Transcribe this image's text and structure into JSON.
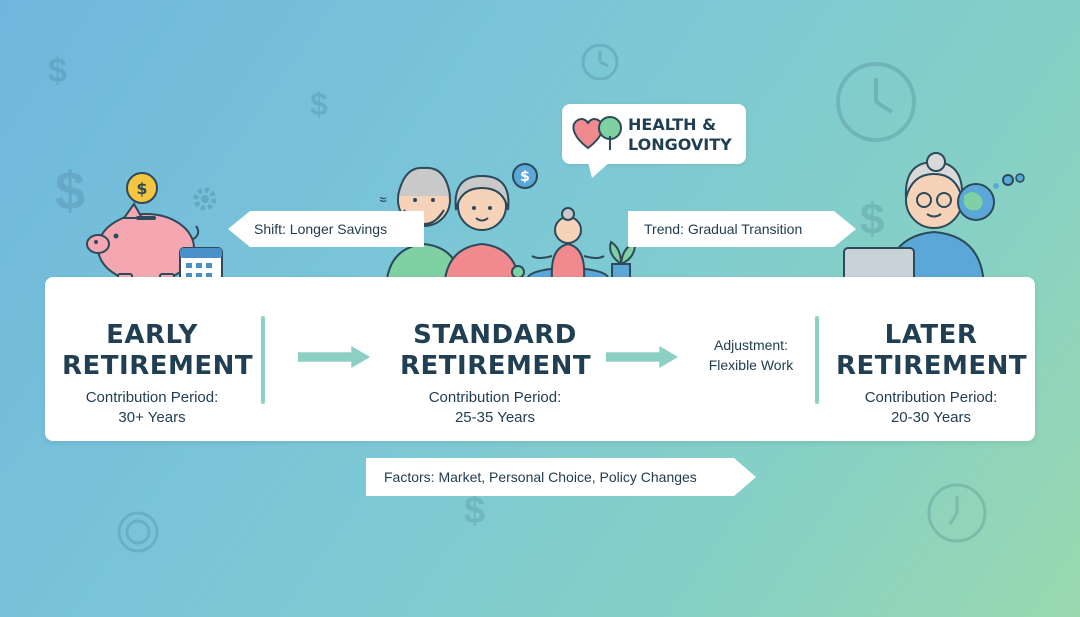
{
  "callout": {
    "line1": "HEALTH &",
    "line2": "LONGOVITY"
  },
  "top_arrows": {
    "left": "Shift: Longer Savings",
    "right": "Trend: Gradual Transition"
  },
  "stages": [
    {
      "title_line1": "EARLY",
      "title_line2": "RETIREMENT",
      "sub_line1": "Contribution Period:",
      "sub_line2": "30+ Years"
    },
    {
      "title_line1": "STANDARD",
      "title_line2": "RETIREMENT",
      "sub_line1": "Contribution Period:",
      "sub_line2": "25-35 Years"
    },
    {
      "title_line1": "LATER",
      "title_line2": "RETIREMENT",
      "sub_line1": "Contribution Period:",
      "sub_line2": "20-30 Years"
    }
  ],
  "adjustment": {
    "line1": "Adjustment:",
    "line2": "Flexible Work"
  },
  "factors": "Factors: Market, Personal Choice, Policy Changes",
  "decor": {
    "dollar": "$"
  },
  "colors": {
    "accent": "#8ccfc3",
    "text": "#213f52",
    "pig": "#f4a7b1",
    "coin": "#f5c542"
  }
}
